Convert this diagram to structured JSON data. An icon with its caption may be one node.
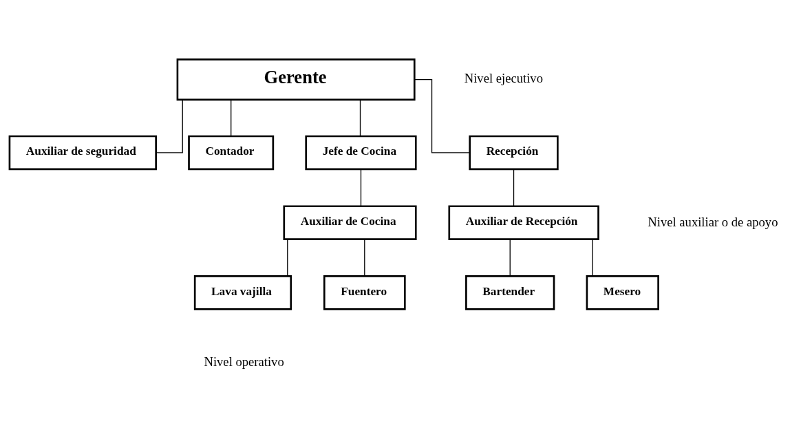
{
  "diagram": {
    "nodes": [
      {
        "text": [
          "Gerente"
        ]
      },
      {
        "text": [
          "Auxiliar de seguridad"
        ]
      },
      {
        "text": [
          "Contador"
        ]
      },
      {
        "text": [
          "Jefe de Cocina"
        ]
      },
      {
        "text": [
          "Recepción"
        ]
      },
      {
        "text": [
          "Auxiliar de Cocina"
        ]
      },
      {
        "text": [
          "Auxiliar de Recepción"
        ]
      },
      {
        "text": [
          "Lava vajilla"
        ]
      },
      {
        "text": [
          "Fuentero"
        ]
      },
      {
        "text": [
          "Bartender"
        ]
      },
      {
        "text": [
          "Mesero"
        ]
      }
    ],
    "edges": [
      {
        "from": 0,
        "to": 1,
        "arrow": "none"
      },
      {
        "from": 0,
        "to": 2,
        "arrow": "none"
      },
      {
        "from": 0,
        "to": 3,
        "arrow": "none"
      },
      {
        "from": 0,
        "to": 4,
        "arrow": "none"
      },
      {
        "from": 3,
        "to": 5,
        "arrow": "none"
      },
      {
        "from": 4,
        "to": 6,
        "arrow": "none"
      },
      {
        "from": 5,
        "to": 7,
        "arrow": "none"
      },
      {
        "from": 5,
        "to": 8,
        "arrow": "none"
      },
      {
        "from": 6,
        "to": 9,
        "arrow": "none"
      },
      {
        "from": 6,
        "to": 10,
        "arrow": "none"
      }
    ],
    "labels": [
      "Nivel ejecutivo",
      "Nivel auxiliar o de apoyo",
      "Nivel operativo"
    ]
  }
}
